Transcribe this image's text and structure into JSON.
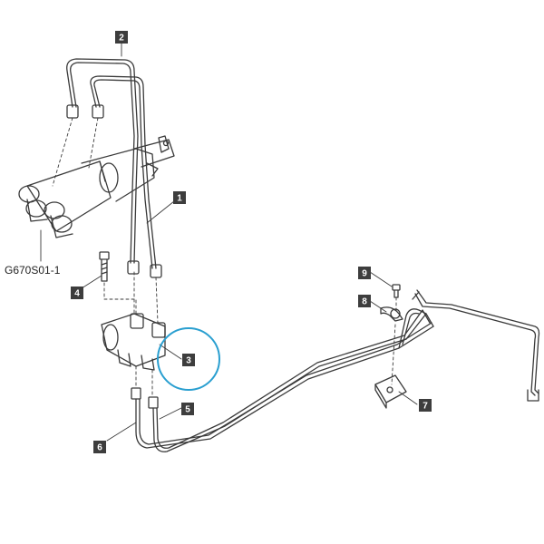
{
  "drawing_ref": "G670S01-1",
  "callouts": [
    {
      "id": "1",
      "label": "1"
    },
    {
      "id": "2",
      "label": "2"
    },
    {
      "id": "3",
      "label": "3"
    },
    {
      "id": "4",
      "label": "4"
    },
    {
      "id": "5",
      "label": "5"
    },
    {
      "id": "6",
      "label": "6"
    },
    {
      "id": "7",
      "label": "7"
    },
    {
      "id": "8",
      "label": "8"
    },
    {
      "id": "9",
      "label": "9"
    }
  ],
  "colors": {
    "line": "#3a3a3a",
    "callout_box": "#3d3d3d",
    "highlight": "#2a9fd0"
  }
}
